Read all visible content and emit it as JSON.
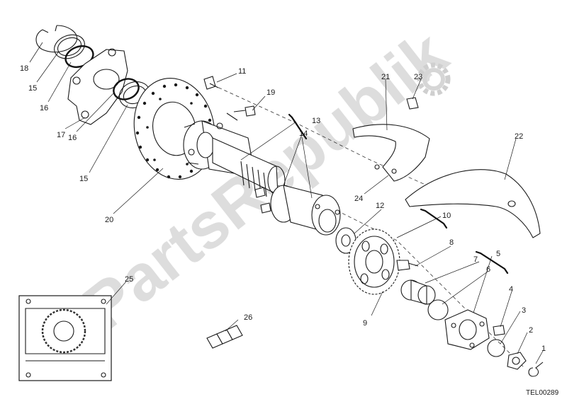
{
  "watermark": {
    "text": "PartsRepublik"
  },
  "drawing_code": "TEL00289",
  "callouts": {
    "c1": "1",
    "c2": "2",
    "c3": "3",
    "c4": "4",
    "c5": "5",
    "c6": "6",
    "c7": "7",
    "c8": "8",
    "c9": "9",
    "c10": "10",
    "c11": "11",
    "c12": "12",
    "c13": "13",
    "c14": "14",
    "c15a": "15",
    "c15b": "15",
    "c16a": "16",
    "c16b": "16",
    "c17": "17",
    "c18": "18",
    "c19": "19",
    "c20": "20",
    "c21": "21",
    "c22": "22",
    "c23": "23",
    "c24": "24",
    "c25": "25",
    "c26": "26"
  }
}
